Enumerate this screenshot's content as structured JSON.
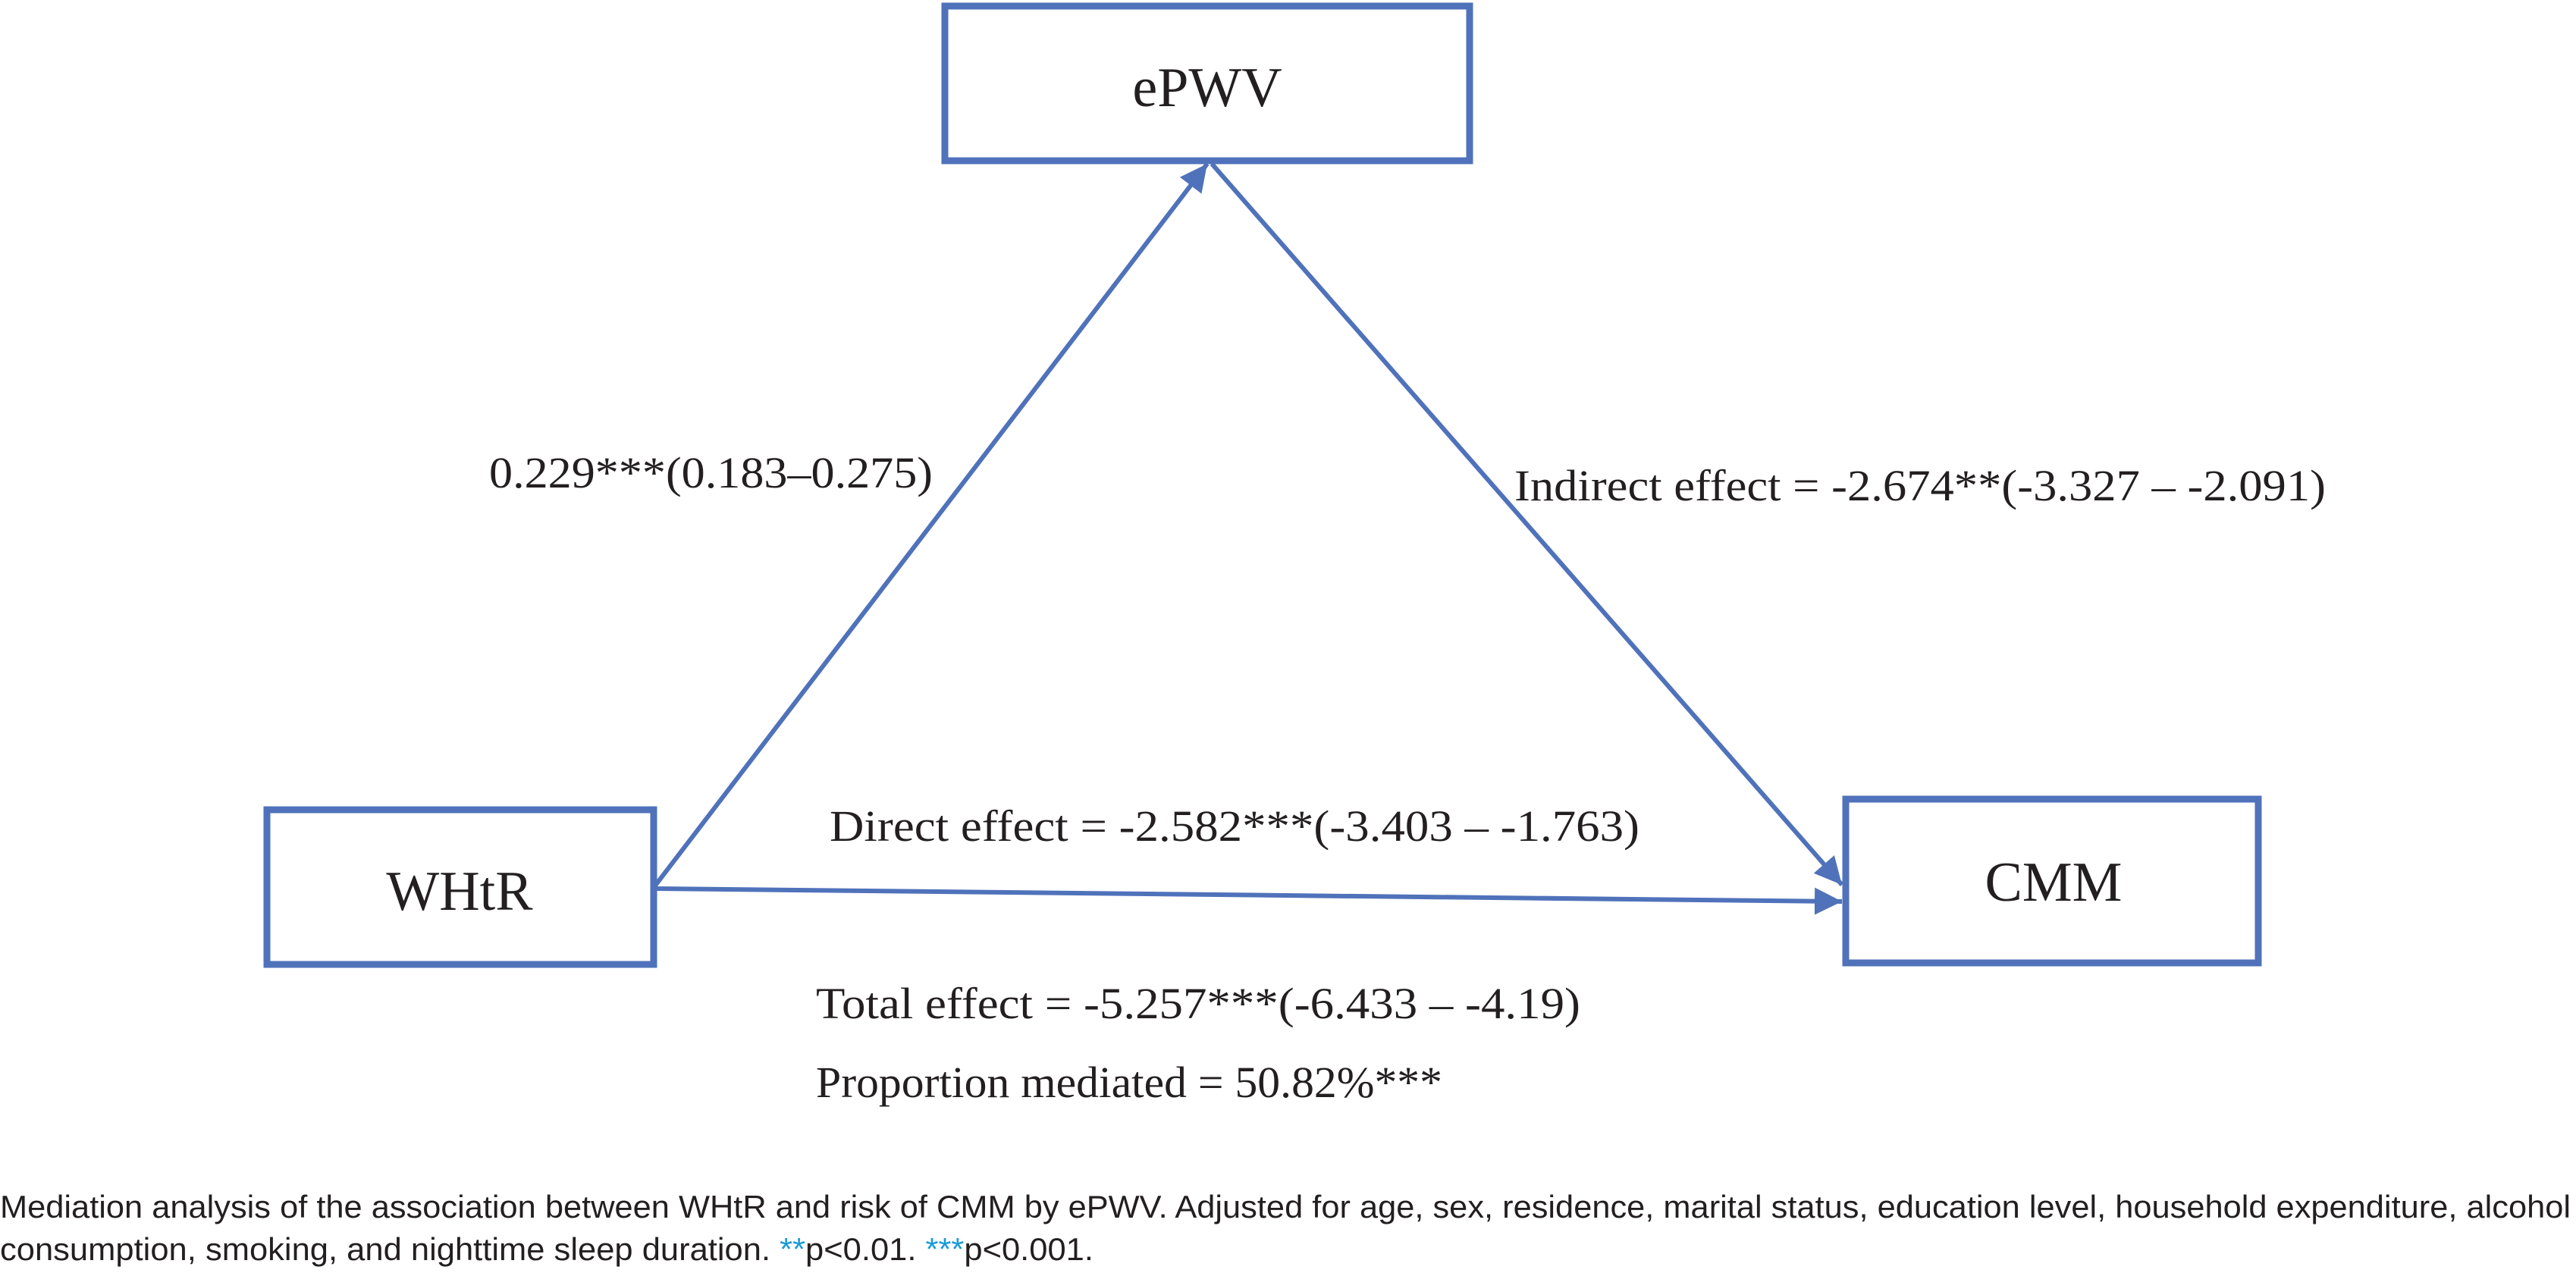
{
  "colors": {
    "line": "#4f72ba",
    "asterisk": "#1a9ad6",
    "text": "#231f20"
  },
  "nodes": {
    "mediator": "ePWV",
    "exposure": "WHtR",
    "outcome": "CMM"
  },
  "paths": {
    "a_path": "0.229***(0.183–0.275)",
    "indirect": "Indirect effect = -2.674**(-3.327 – -2.091)",
    "direct": "Direct effect = -2.582***(-3.403 – -1.763)",
    "total": "Total effect = -5.257***(-6.433 – -4.19)",
    "proportion": "Proportion mediated = 50.82%***"
  },
  "caption": {
    "line1": "Mediation analysis of the association between WHtR and risk of CMM by ePWV. Adjusted for age, sex, residence, marital status, education level, household expenditure, alcohol",
    "line2_text": "consumption, smoking, and nighttime sleep duration. ",
    "sig1_mark": "**",
    "sig1_text": "p<0.01. ",
    "sig2_mark": "***",
    "sig2_text": "p<0.001."
  }
}
